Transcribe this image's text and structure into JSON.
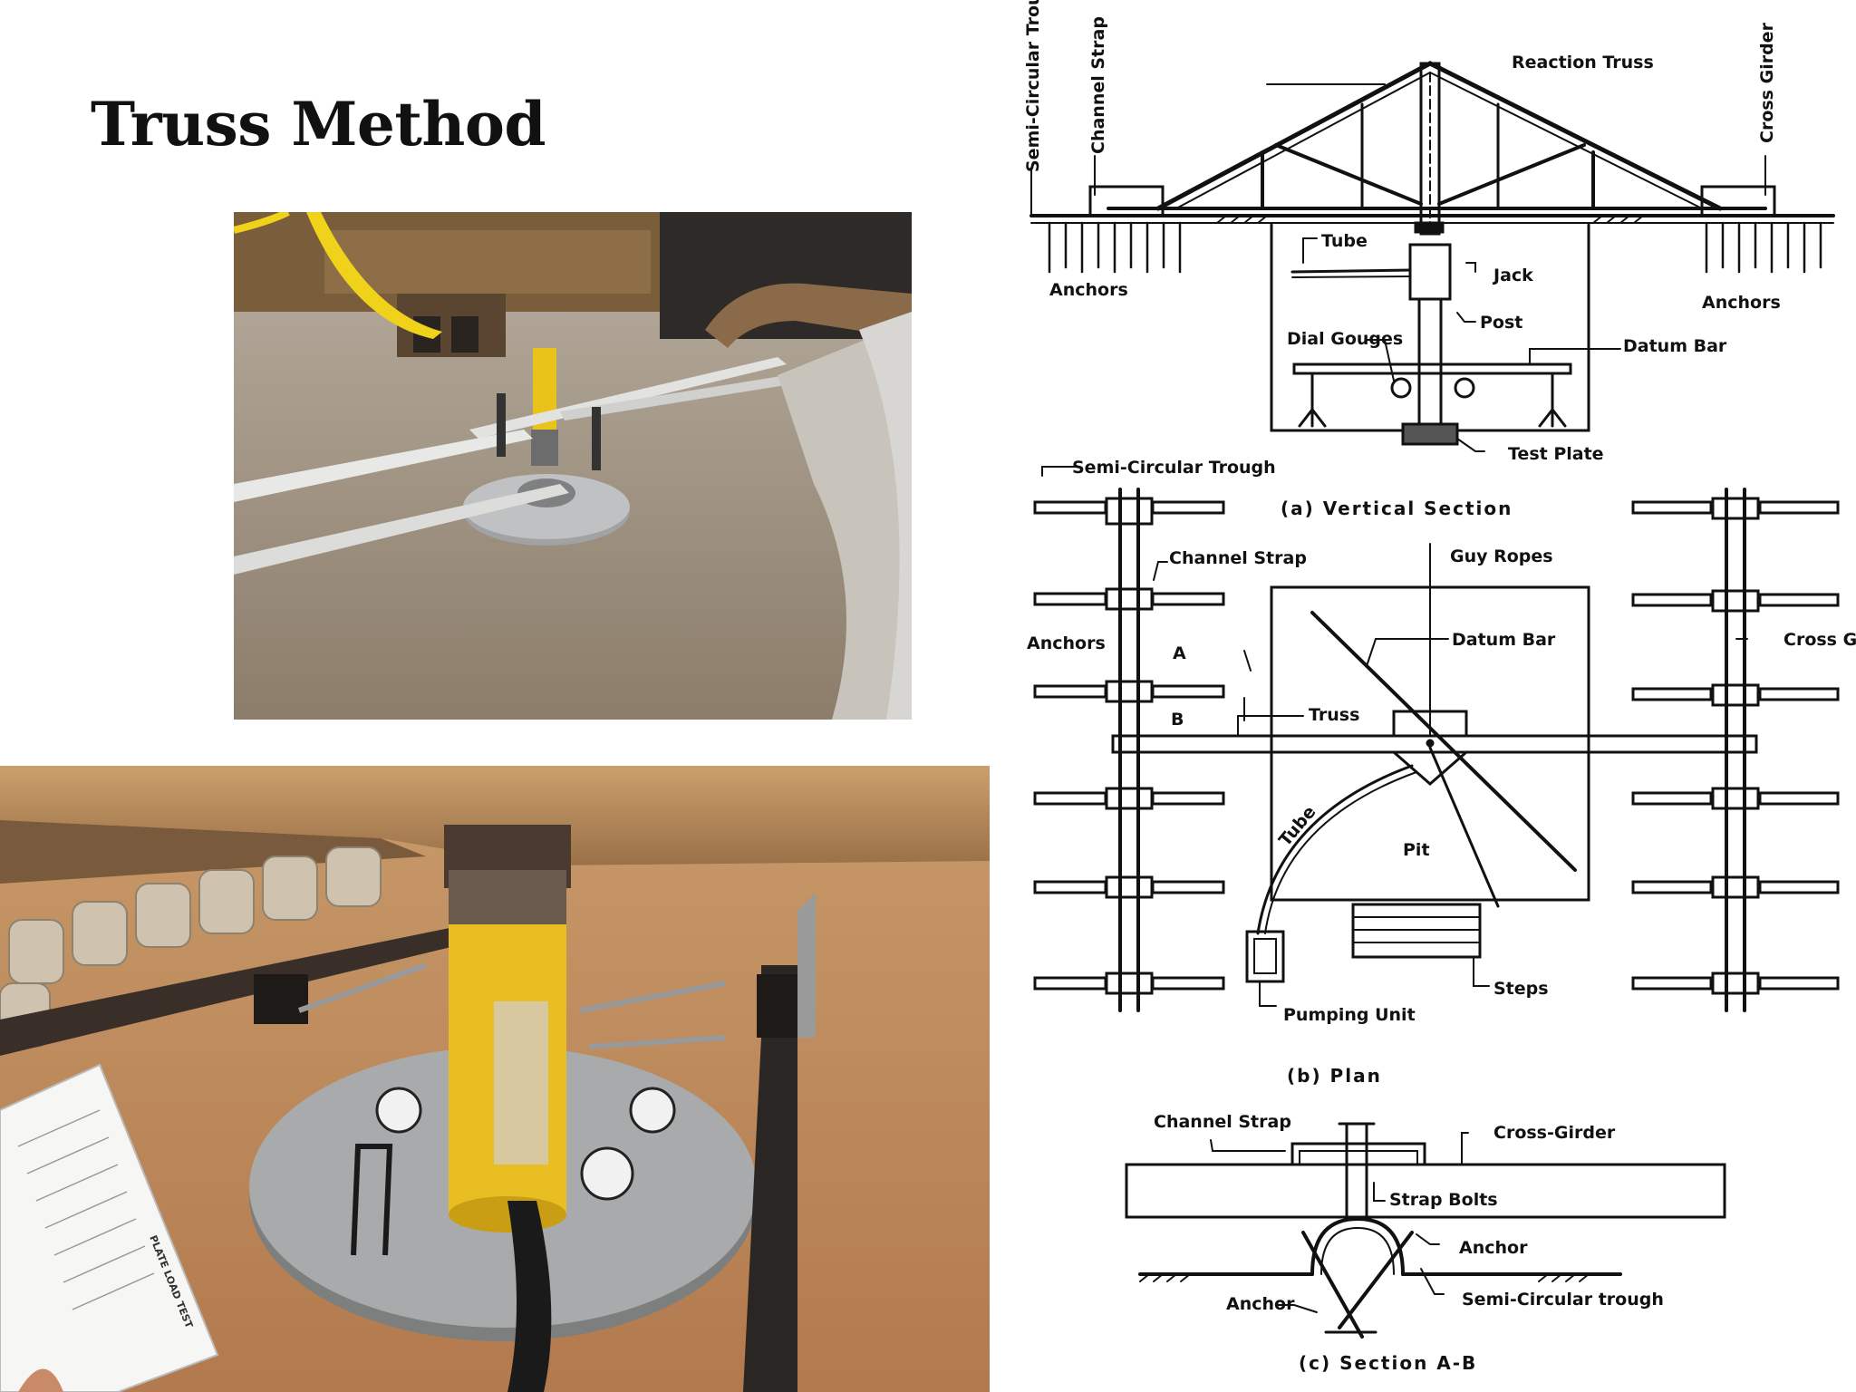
{
  "slide": {
    "title": "Truss Method"
  },
  "photo_top": {
    "description_icon": "plate-load-test-photo"
  },
  "photo_bottom": {
    "sheet_heading": "PLATE LOAD TEST",
    "description_icon": "hydraulic-jack-photo"
  },
  "diagram": {
    "vertical_section": {
      "labels": {
        "reaction_truss": "Reaction Truss",
        "semi_circular_trough": "Semi-Circular Trough",
        "channel_strap": "Channel Strap",
        "cross_girder": "Cross Girder",
        "anchors_left": "Anchors",
        "anchors_right": "Anchors",
        "tube": "Tube",
        "jack": "Jack",
        "post": "Post",
        "dial_gauges": "Dial Gouges",
        "datum_bar": "Datum Bar",
        "test_plate": "Test Plate"
      },
      "caption": "(a) Vertical Section"
    },
    "plan": {
      "labels": {
        "semi_circular_trough": "Semi-Circular Trough",
        "channel_strap": "Channel Strap",
        "anchors": "Anchors",
        "a": "A",
        "b": "B",
        "guy_ropes": "Guy Ropes",
        "datum_bar": "Datum Bar",
        "cross_girder": "Cross Girder",
        "truss": "Truss",
        "tube": "Tube",
        "pit": "Pit",
        "pumping_unit": "Pumping Unit",
        "steps": "Steps"
      },
      "caption": "(b) Plan"
    },
    "section_ab": {
      "labels": {
        "channel_strap": "Channel Strap",
        "cross_girder": "Cross-Girder",
        "strap_bolts": "Strap Bolts",
        "anchor_right": "Anchor",
        "anchor_left": "Anchor",
        "semi_circular_trough": "Semi-Circular trough"
      },
      "caption": "(c) Section A-B"
    }
  }
}
